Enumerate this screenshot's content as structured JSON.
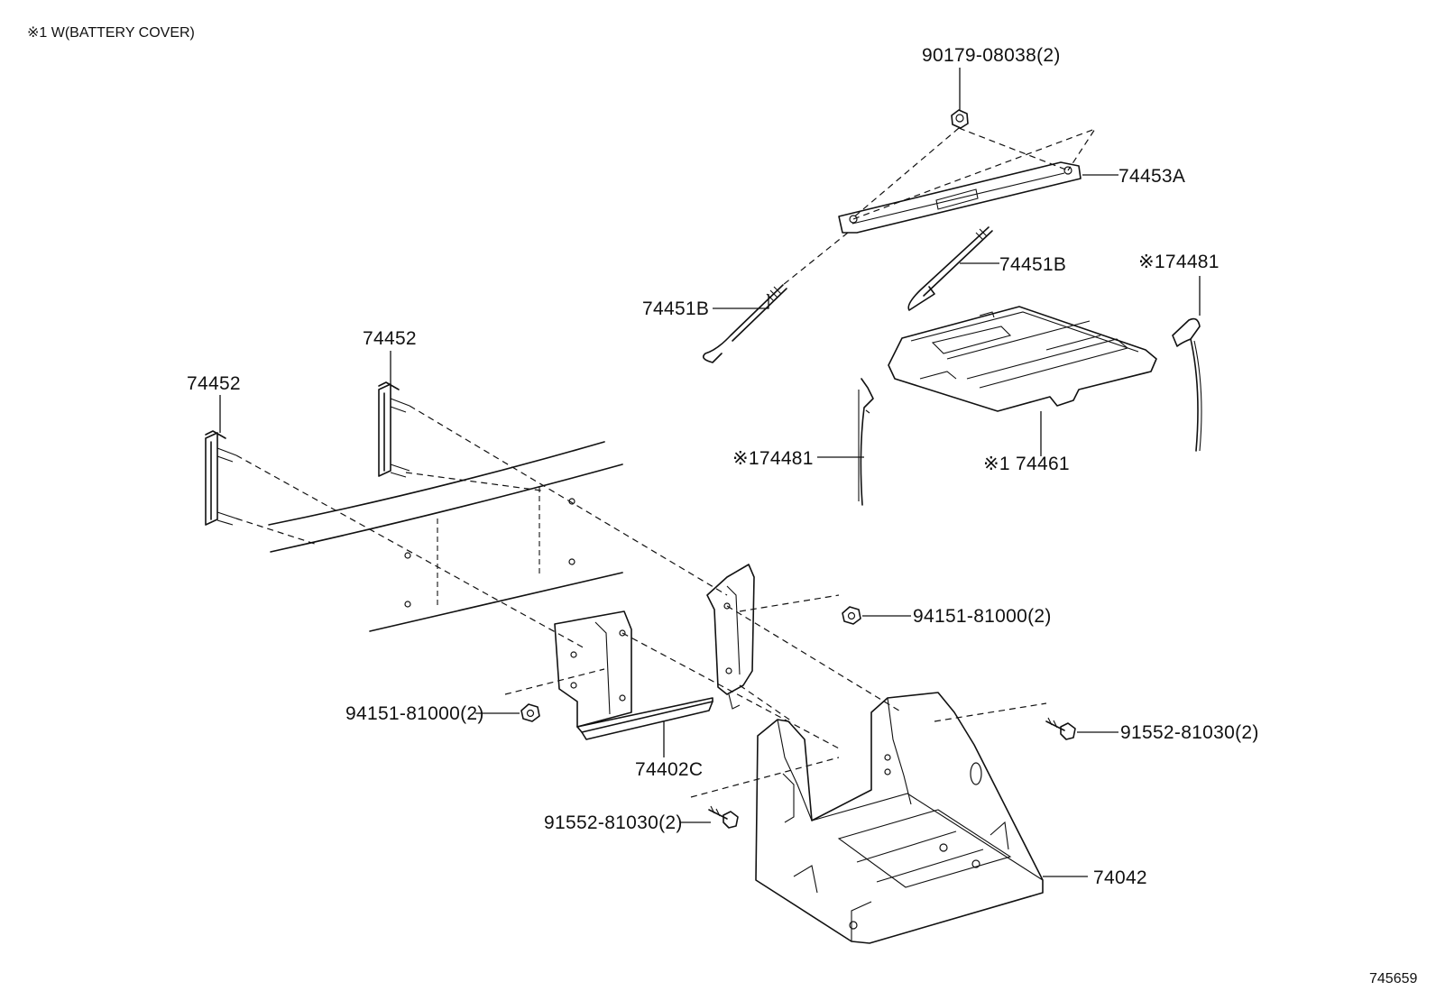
{
  "note": "※1 W(BATTERY COVER)",
  "figure_id": "745659",
  "labels": {
    "p_90179": "90179-08038(2)",
    "p_74453A": "74453A",
    "p_74451B_left": "74451B",
    "p_74451B_right": "74451B",
    "p_74481_right": "※174481",
    "p_74452_left": "74452",
    "p_74452_right": "74452",
    "p_74481_left": "※174481",
    "p_74461": "※1 74461",
    "p_94151_right": "94151-81000(2)",
    "p_94151_left": "94151-81000(2)",
    "p_74402C": "74402C",
    "p_91552_right": "91552-81030(2)",
    "p_91552_left": "91552-81030(2)",
    "p_74042": "74042"
  }
}
